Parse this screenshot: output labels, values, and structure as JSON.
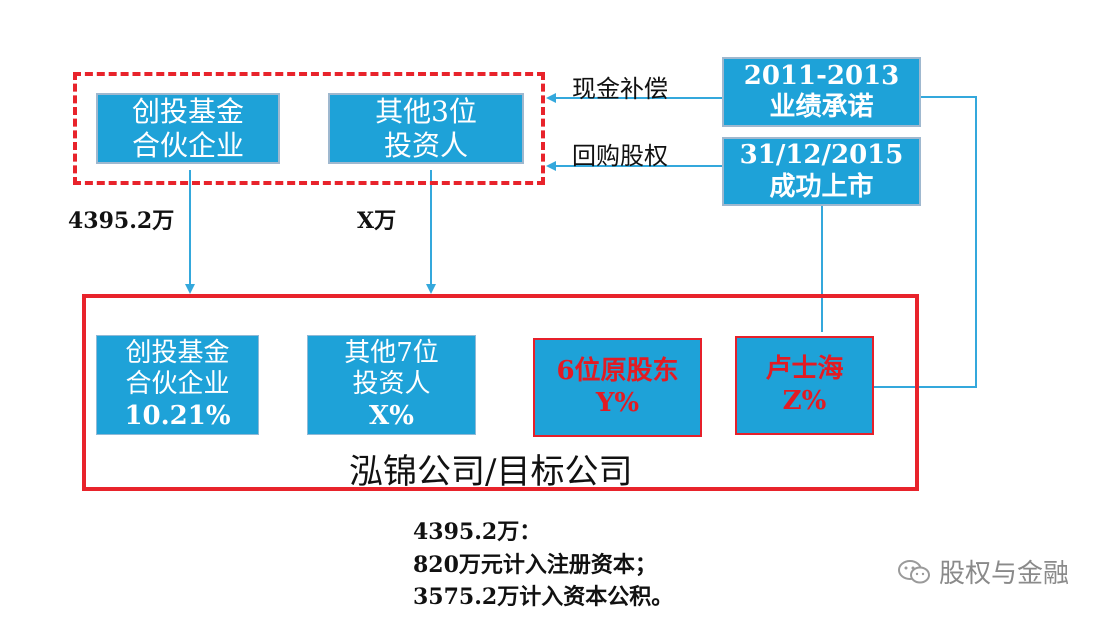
{
  "top_group": {
    "box_a": [
      "创投基金",
      "合伙企业"
    ],
    "box_b": [
      "其他3位",
      "投资人"
    ]
  },
  "right_boxes": {
    "performance": [
      "2011-2013",
      "业绩承诺"
    ],
    "ipo": [
      "31/12/2015",
      "成功上市"
    ]
  },
  "edge_labels": {
    "cash_compensation": "现金补偿",
    "buyback": "回购股权",
    "amount_a": "4395.2万",
    "amount_b": "X万"
  },
  "company": {
    "shareholders": [
      [
        "创投基金",
        "合伙企业",
        "10.21%"
      ],
      [
        "其他7位",
        "投资人",
        "X%"
      ],
      [
        "6位原股东",
        "Y%"
      ],
      [
        "卢士海",
        "Z%"
      ]
    ],
    "name": "泓锦公司/目标公司"
  },
  "note": [
    "4395.2万：",
    "820万元计入注册资本；",
    "3575.2万计入资本公积。"
  ],
  "watermark": {
    "icon": "wechat-icon",
    "text": "股权与金融"
  },
  "colors": {
    "box_blue": "#1ea2d8",
    "frame_red": "#e8232b",
    "line_blue": "#34a8dc"
  }
}
